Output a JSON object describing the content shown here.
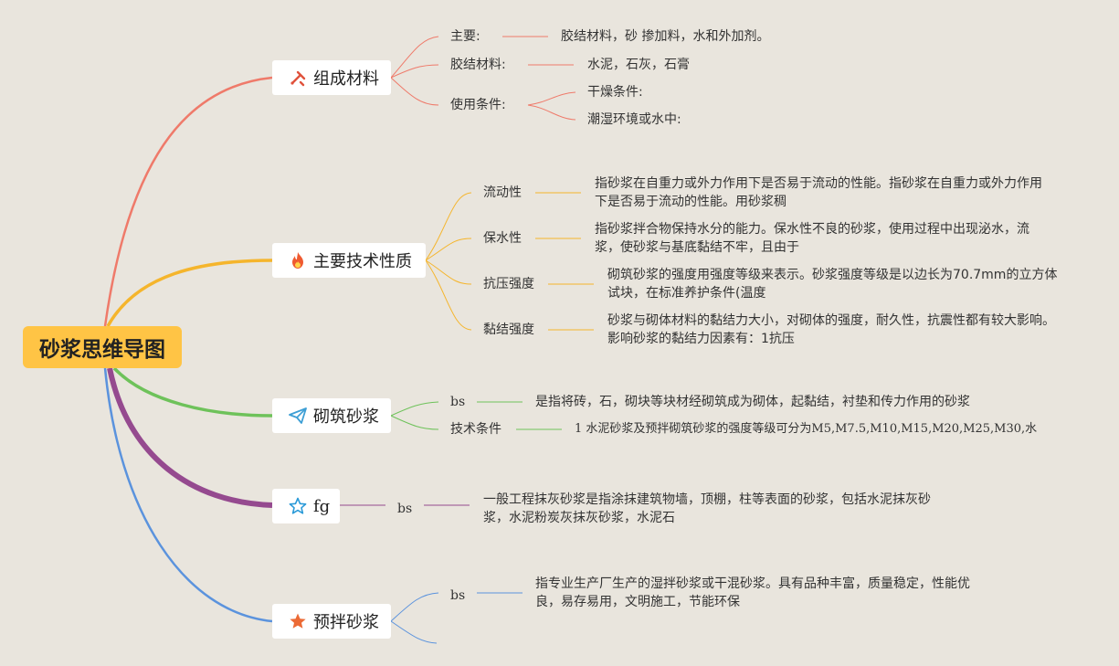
{
  "root": {
    "title": "砂浆思维导图"
  },
  "branches": {
    "composition": {
      "title": "组成材料",
      "icon": "tools-icon",
      "items": [
        {
          "label": "主要:",
          "desc": "胶结材料，砂 掺加料，水和外加剂。"
        },
        {
          "label": "胶结材料:",
          "desc": "水泥，石灰，石膏"
        },
        {
          "label": "使用条件:",
          "children": [
            "干燥条件:",
            "潮湿环境或水中:"
          ]
        }
      ]
    },
    "properties": {
      "title": "主要技术性质",
      "icon": "fire-icon",
      "items": [
        {
          "label": "流动性",
          "desc": "指砂浆在自重力或外力作用下是否易于流动的性能。指砂浆在自重力或外力作用下是否易于流动的性能。用砂浆稠"
        },
        {
          "label": "保水性",
          "desc": "指砂浆拌合物保持水分的能力。保水性不良的砂浆，使用过程中出现泌水，流浆，使砂浆与基底黏结不牢，且由于"
        },
        {
          "label": "抗压强度",
          "desc": "砌筑砂浆的强度用强度等级来表示。砂浆强度等级是以边长为70.7mm的立方体试块，在标准养护条件(温度"
        },
        {
          "label": "黏结强度",
          "desc": "砂浆与砌体材料的黏结力大小，对砌体的强度，耐久性，抗震性都有较大影响。影响砂浆的黏结力因素有：1抗压"
        }
      ]
    },
    "masonry": {
      "title": "砌筑砂浆",
      "icon": "paper-plane-icon",
      "items": [
        {
          "label": "bs",
          "desc": "是指将砖，石，砌块等块材经砌筑成为砌体，起黏结，衬垫和传力作用的砂浆"
        },
        {
          "label": "技术条件",
          "desc": "1 水泥砂浆及预拌砌筑砂浆的强度等级可分为M5,M7.5,M10,M15,M20,M25,M30,水"
        }
      ]
    },
    "fg": {
      "title": "fg",
      "icon": "star-outline-icon",
      "items": [
        {
          "label": "bs",
          "desc": "一般工程抹灰砂浆是指涂抹建筑物墙，顶棚，柱等表面的砂浆，包括水泥抹灰砂浆，水泥粉炭灰抹灰砂浆，水泥石"
        }
      ]
    },
    "premixed": {
      "title": "预拌砂浆",
      "icon": "star-filled-icon",
      "items": [
        {
          "label": "bs",
          "desc": "指专业生产厂生产的湿拌砂浆或干混砂浆。具有品种丰富，质量稳定，性能优良，易存易用，文明施工，节能环保"
        }
      ]
    }
  },
  "colors": {
    "background": "#e9e5dd",
    "root": "#ffc445",
    "composition": "#ef7a6a",
    "properties": "#f5b52c",
    "masonry": "#6ec25a",
    "fg": "#954a8f",
    "premixed": "#5b93dd",
    "fire": "#ef5a30",
    "tools": "#e0523c",
    "plane": "#3d9fd5",
    "star_outline": "#2a9ad8",
    "star_filled": "#ec6a35"
  }
}
